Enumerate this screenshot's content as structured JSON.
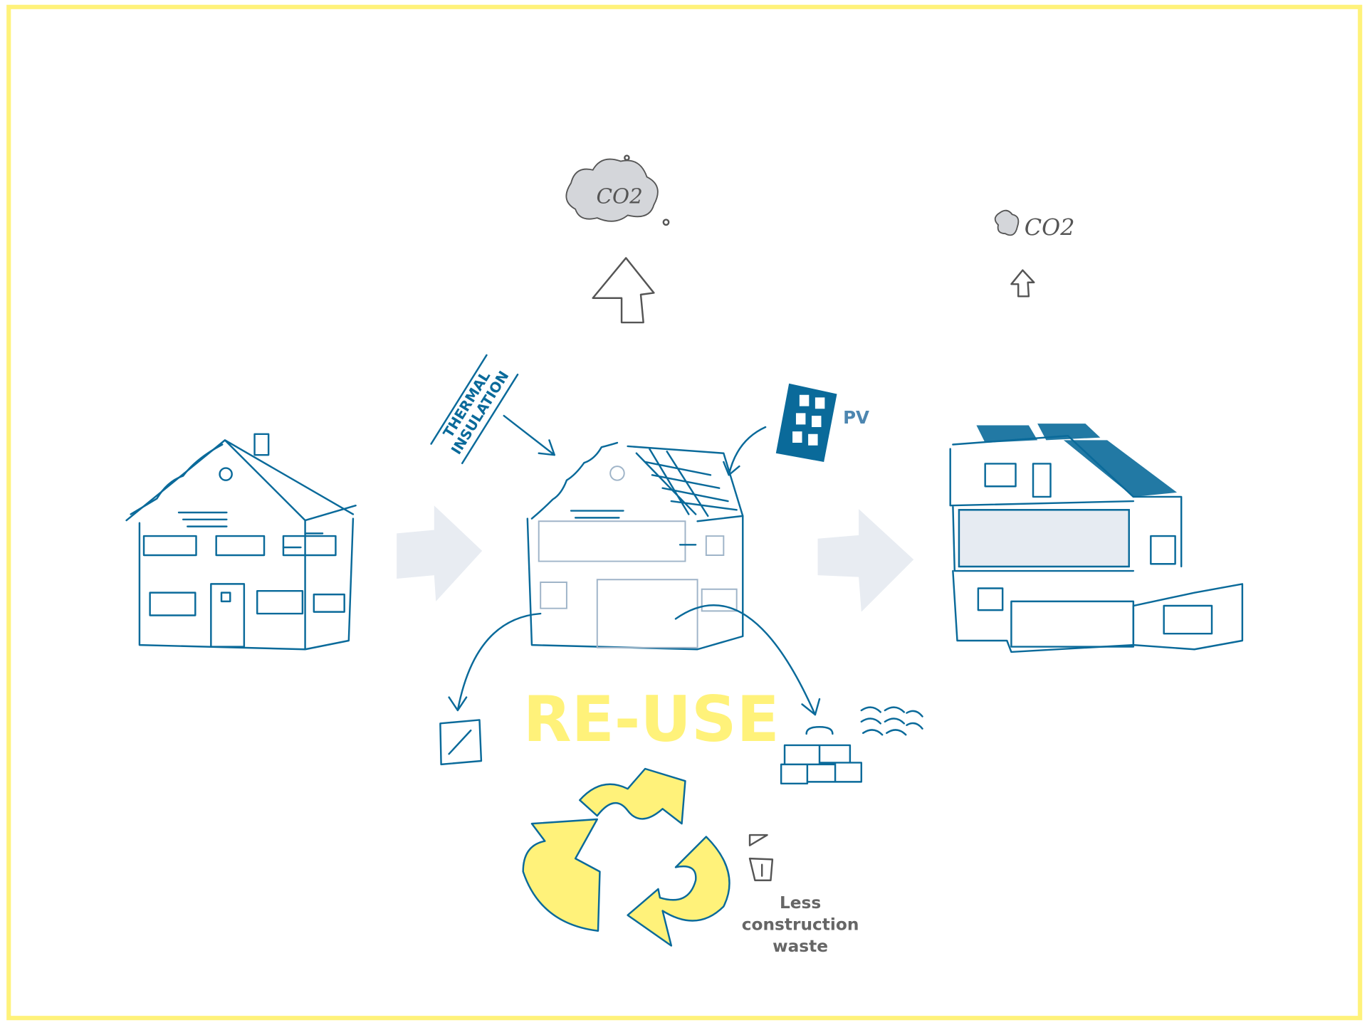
{
  "labels": {
    "co2_large": "CO2",
    "co2_small": "CO2",
    "thermal_insulation_line1": "THERMAL",
    "thermal_insulation_line2": "INSULATION",
    "pv": "PV",
    "reuse": "RE-USE",
    "waste_line1": "Less",
    "waste_line2": "construction",
    "waste_line3": "waste"
  },
  "colors": {
    "border": "#fff27a",
    "line": "#0a6a9a",
    "reuse": "#fff27a",
    "arrow": "#e8ecf2"
  }
}
